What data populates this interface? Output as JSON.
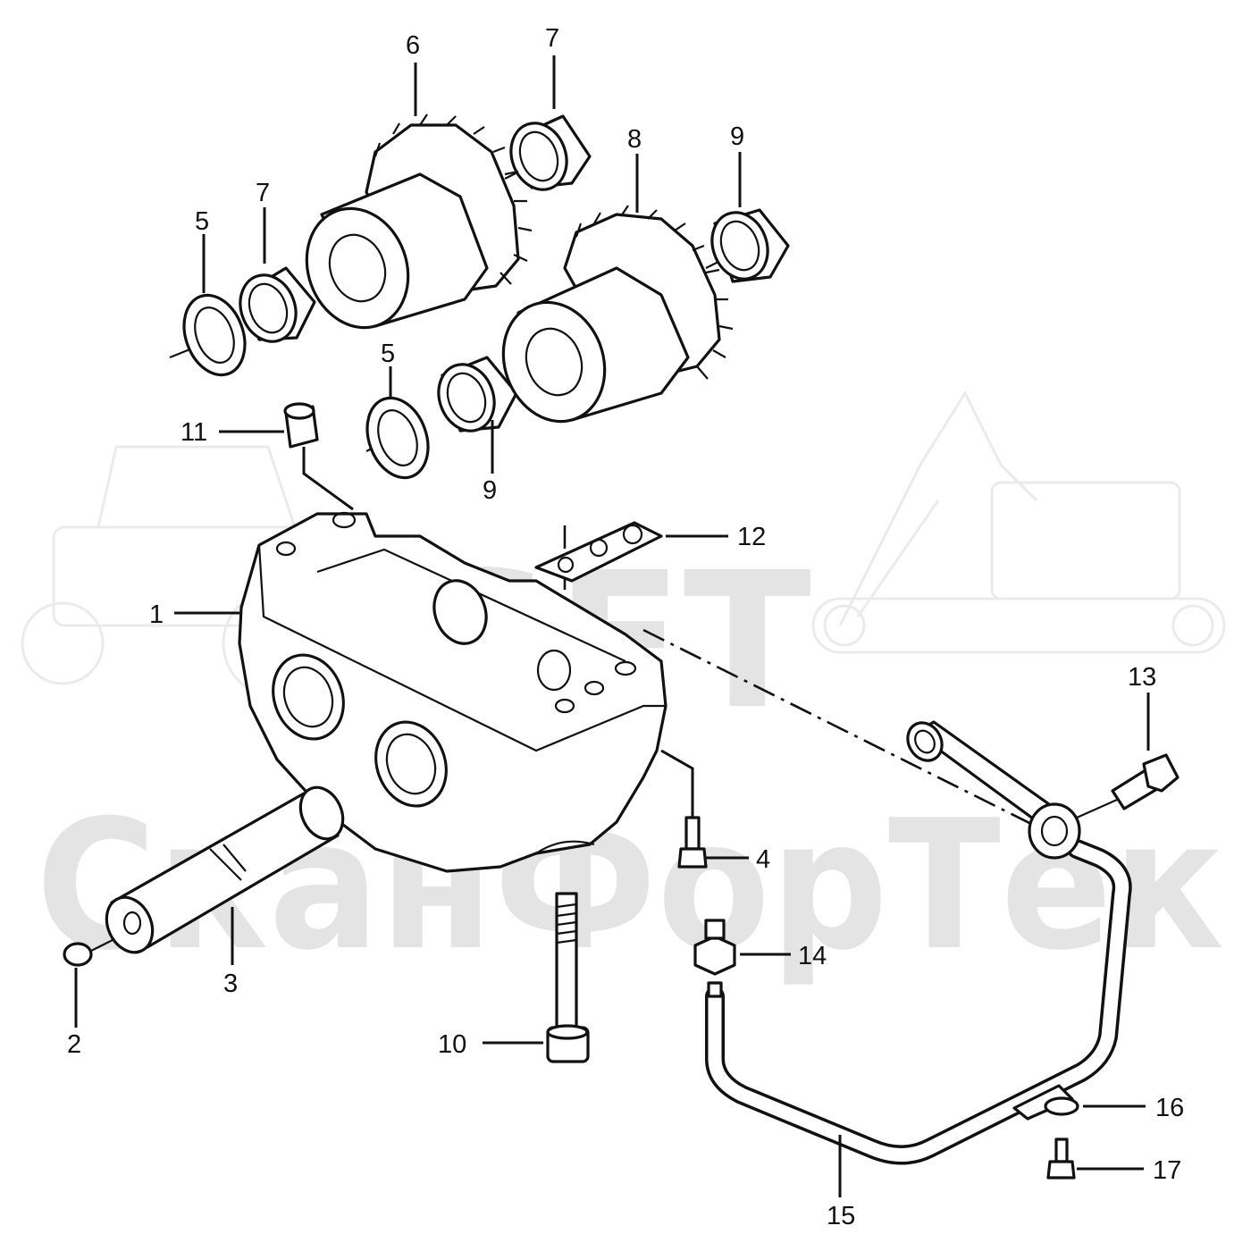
{
  "watermark": {
    "logo_text": "SFT",
    "brand_text": "СканФорТек",
    "icons": [
      "tractor-icon",
      "excavator-icon"
    ],
    "color": "#e4e4e4"
  },
  "diagram": {
    "line_color": "#111111",
    "callouts": [
      {
        "id": "c1",
        "label": "1"
      },
      {
        "id": "c2",
        "label": "2"
      },
      {
        "id": "c3",
        "label": "3"
      },
      {
        "id": "c4",
        "label": "4"
      },
      {
        "id": "c5a",
        "label": "5"
      },
      {
        "id": "c5b",
        "label": "5"
      },
      {
        "id": "c6",
        "label": "6"
      },
      {
        "id": "c7a",
        "label": "7"
      },
      {
        "id": "c7b",
        "label": "7"
      },
      {
        "id": "c8",
        "label": "8"
      },
      {
        "id": "c9a",
        "label": "9"
      },
      {
        "id": "c9b",
        "label": "9"
      },
      {
        "id": "c10",
        "label": "10"
      },
      {
        "id": "c11",
        "label": "11"
      },
      {
        "id": "c12",
        "label": "12"
      },
      {
        "id": "c13",
        "label": "13"
      },
      {
        "id": "c14",
        "label": "14"
      },
      {
        "id": "c15",
        "label": "15"
      },
      {
        "id": "c16",
        "label": "16"
      },
      {
        "id": "c17",
        "label": "17"
      }
    ]
  }
}
